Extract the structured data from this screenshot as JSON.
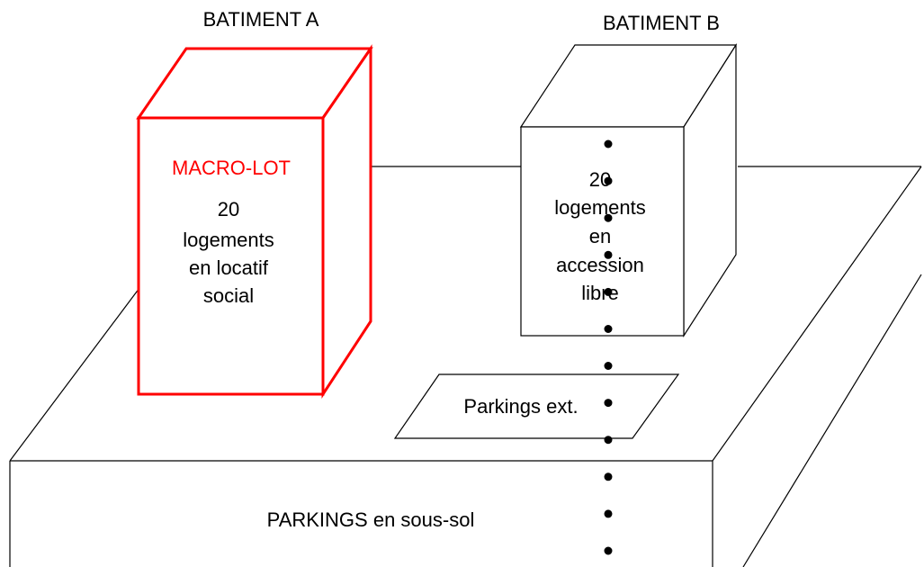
{
  "colors": {
    "background": "#ffffff",
    "line": "#000000",
    "highlight": "#ff0000",
    "dots": "#000000"
  },
  "building_a": {
    "title": "BATIMENT A",
    "tag": "MACRO-LOT",
    "lines": [
      "20",
      "logements",
      "en locatif",
      "social"
    ]
  },
  "building_b": {
    "title": "BATIMENT B",
    "lines": [
      "20",
      "logements",
      "en",
      "accession",
      "libre"
    ]
  },
  "parking_ext": {
    "label": "Parkings ext."
  },
  "parking_basement": {
    "label": "PARKINGS en sous-sol"
  },
  "separator": {
    "style": "dotted-vertical",
    "dot_count": 12
  }
}
